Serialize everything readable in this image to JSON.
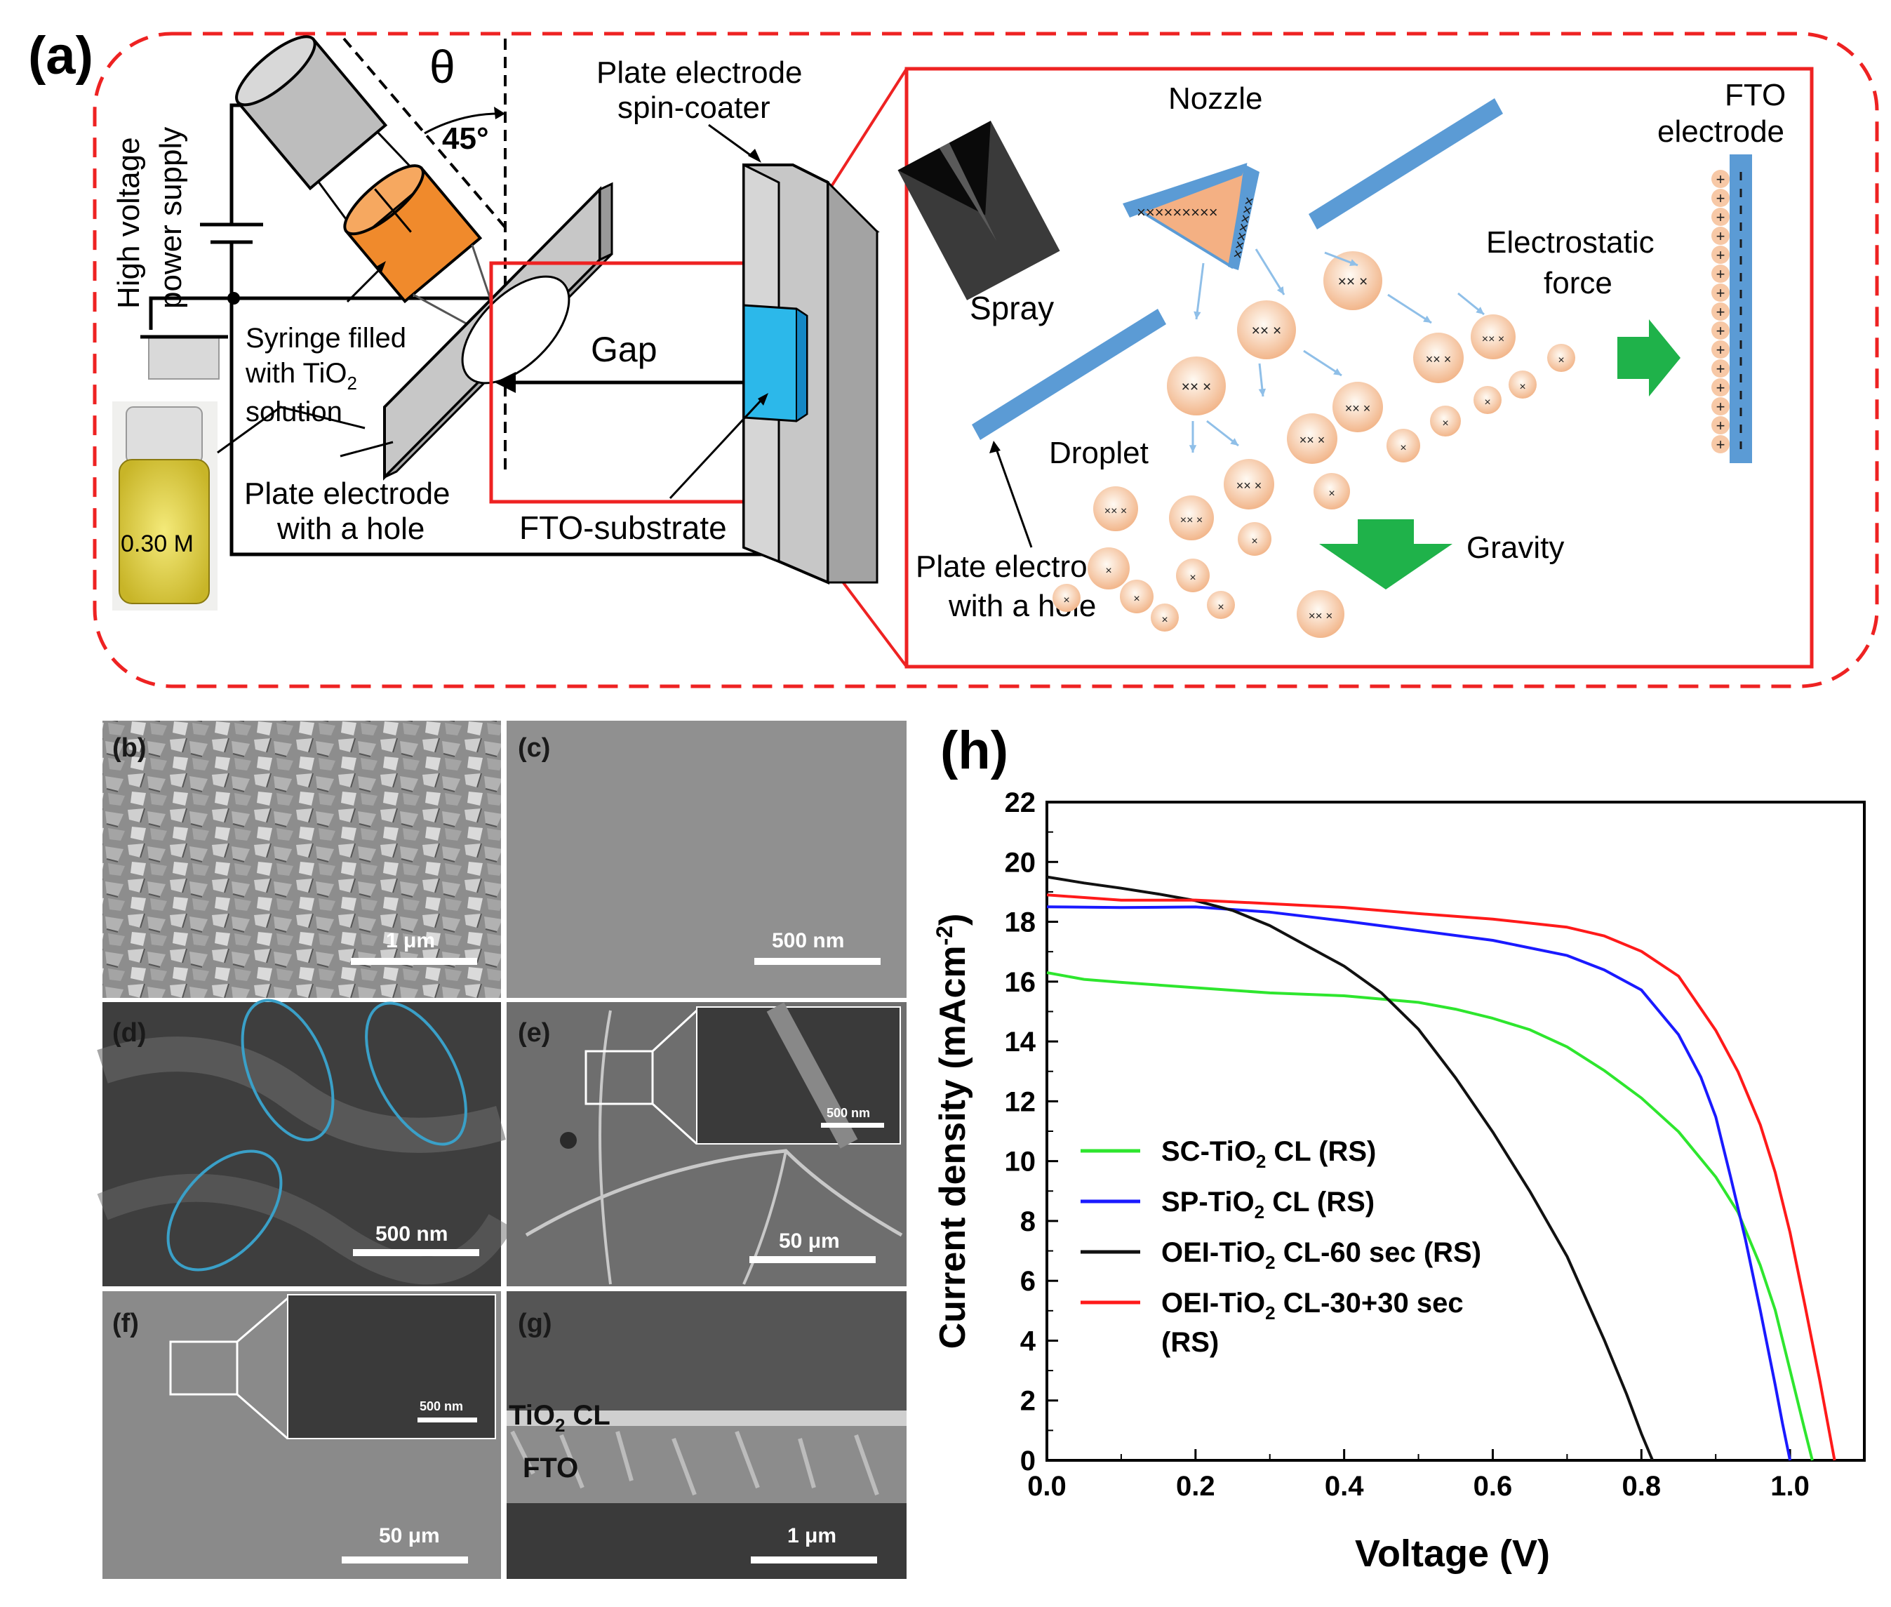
{
  "panel_a": {
    "label": "(a)",
    "theta": "θ",
    "angle": "45°",
    "power_supply": [
      "High voltage",
      "power supply"
    ],
    "syringe": [
      "Syringe filled",
      "with TiO",
      "2",
      "solution"
    ],
    "vial": "0.30 M",
    "plate_hole": [
      "Plate electrode",
      "with a hole"
    ],
    "spin_coater": [
      "Plate electrode",
      "spin-coater"
    ],
    "gap": "Gap",
    "fto_substrate": "FTO-substrate"
  },
  "panel_zoom": {
    "nozzle": "Nozzle",
    "spray": "Spray",
    "fto_electrode": [
      "FTO",
      "electrode"
    ],
    "electrostatic": [
      "Electrostatic",
      "force"
    ],
    "droplet": "Droplet",
    "plate_hole": [
      "Plate electrode",
      "with a hole"
    ],
    "gravity": "Gravity"
  },
  "sem": {
    "b": {
      "label": "(b)",
      "scale": "1 μm"
    },
    "c": {
      "label": "(c)",
      "scale": "500 nm"
    },
    "d": {
      "label": "(d)",
      "scale": "500 nm"
    },
    "e": {
      "label": "(e)",
      "scale": "50 μm",
      "inset_scale": "500 nm"
    },
    "f": {
      "label": "(f)",
      "scale": "50 μm",
      "inset_scale": "500 nm"
    },
    "g": {
      "label": "(g)",
      "scale": "1 μm",
      "layer1_pre": "TiO",
      "layer1_sub": "2",
      "layer1_post": " CL",
      "layer2": "FTO"
    }
  },
  "chart_data": {
    "type": "line",
    "panel_label": "(h)",
    "xlabel": "Voltage (V)",
    "ylabel_main": "Current density (mAcm",
    "ylabel_sup": "-2",
    "ylabel_end": ")",
    "xlim": [
      0.0,
      1.1
    ],
    "ylim": [
      0,
      22
    ],
    "xticks": [
      0.0,
      0.2,
      0.4,
      0.6,
      0.8,
      1.0
    ],
    "yticks": [
      0,
      2,
      4,
      6,
      8,
      10,
      12,
      14,
      16,
      18,
      20,
      22
    ],
    "grid": false,
    "legend_position": "lower-left",
    "series": [
      {
        "name_pre": "SC-TiO",
        "name_sub": "2",
        "name_post": " CL (RS)",
        "color": "#2ee62e",
        "x": [
          0.0,
          0.05,
          0.1,
          0.2,
          0.3,
          0.4,
          0.5,
          0.55,
          0.6,
          0.65,
          0.7,
          0.75,
          0.8,
          0.85,
          0.9,
          0.93,
          0.96,
          0.98,
          1.0,
          1.02,
          1.03
        ],
        "y": [
          16.3,
          16.1,
          16.0,
          15.8,
          15.6,
          15.5,
          15.3,
          15.1,
          14.8,
          14.4,
          13.8,
          13.0,
          12.1,
          11.0,
          9.5,
          8.3,
          6.5,
          5.0,
          3.0,
          1.0,
          0.0
        ]
      },
      {
        "name_pre": "SP-TiO",
        "name_sub": "2",
        "name_post": " CL (RS)",
        "color": "#1a1aff",
        "x": [
          0.0,
          0.1,
          0.2,
          0.3,
          0.4,
          0.5,
          0.6,
          0.7,
          0.75,
          0.8,
          0.85,
          0.88,
          0.9,
          0.92,
          0.94,
          0.96,
          0.98,
          0.99,
          1.0
        ],
        "y": [
          18.5,
          18.5,
          18.5,
          18.3,
          18.0,
          17.7,
          17.4,
          16.9,
          16.4,
          15.7,
          14.2,
          12.8,
          11.5,
          9.5,
          7.4,
          5.0,
          2.5,
          1.2,
          0.0
        ]
      },
      {
        "name_pre": "OEI-TiO",
        "name_sub": "2",
        "name_post": " CL-60 sec (RS)",
        "color": "#111111",
        "x": [
          0.0,
          0.05,
          0.1,
          0.15,
          0.2,
          0.25,
          0.3,
          0.35,
          0.4,
          0.45,
          0.5,
          0.55,
          0.6,
          0.65,
          0.7,
          0.75,
          0.78,
          0.8,
          0.815
        ],
        "y": [
          19.5,
          19.3,
          19.1,
          18.9,
          18.7,
          18.4,
          17.9,
          17.2,
          16.5,
          15.6,
          14.4,
          12.8,
          11.0,
          9.0,
          6.8,
          4.0,
          2.2,
          0.9,
          0.0
        ]
      },
      {
        "name_pre": "OEI-TiO",
        "name_sub": "2",
        "name_post": " CL-30+30 sec",
        "name_line2": "(RS)",
        "color": "#ff1a1a",
        "x": [
          0.0,
          0.1,
          0.2,
          0.3,
          0.4,
          0.5,
          0.6,
          0.7,
          0.75,
          0.8,
          0.85,
          0.9,
          0.93,
          0.96,
          0.98,
          1.0,
          1.02,
          1.04,
          1.06
        ],
        "y": [
          18.9,
          18.7,
          18.7,
          18.6,
          18.5,
          18.3,
          18.1,
          17.8,
          17.5,
          17.0,
          16.2,
          14.4,
          13.0,
          11.2,
          9.6,
          7.6,
          5.2,
          2.7,
          0.0
        ]
      }
    ]
  }
}
